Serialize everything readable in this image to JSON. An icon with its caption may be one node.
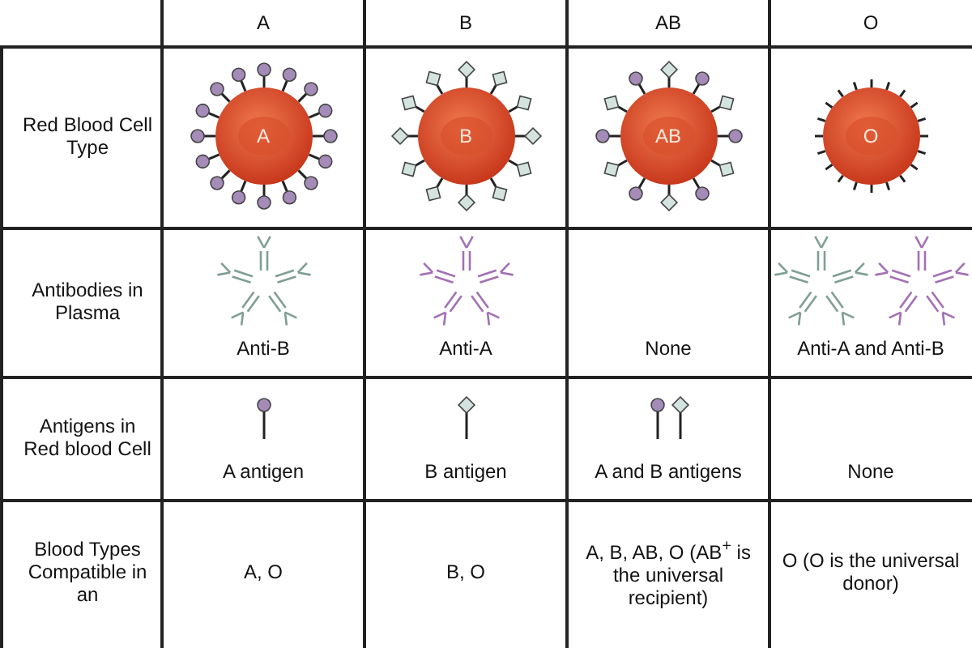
{
  "diagram": {
    "labels": [
      "A",
      "B",
      "AB",
      "O",
      "Red Blood Cell Type",
      "A",
      "B",
      "AB",
      "O",
      "Antibodies in Plasma",
      "Anti-B",
      "Anti-A",
      "None",
      "Anti-A and Anti-B",
      "Antigens in Red blood Cell",
      "A antigen",
      "B antigen",
      "A and B antigens",
      "None",
      "Blood Types Compatible in an",
      "A, O",
      "B, O",
      "A, B, AB, O (AB$^{+}$ is the universal recipient)",
      "O (O is the universal donor)"
    ]
  }
}
